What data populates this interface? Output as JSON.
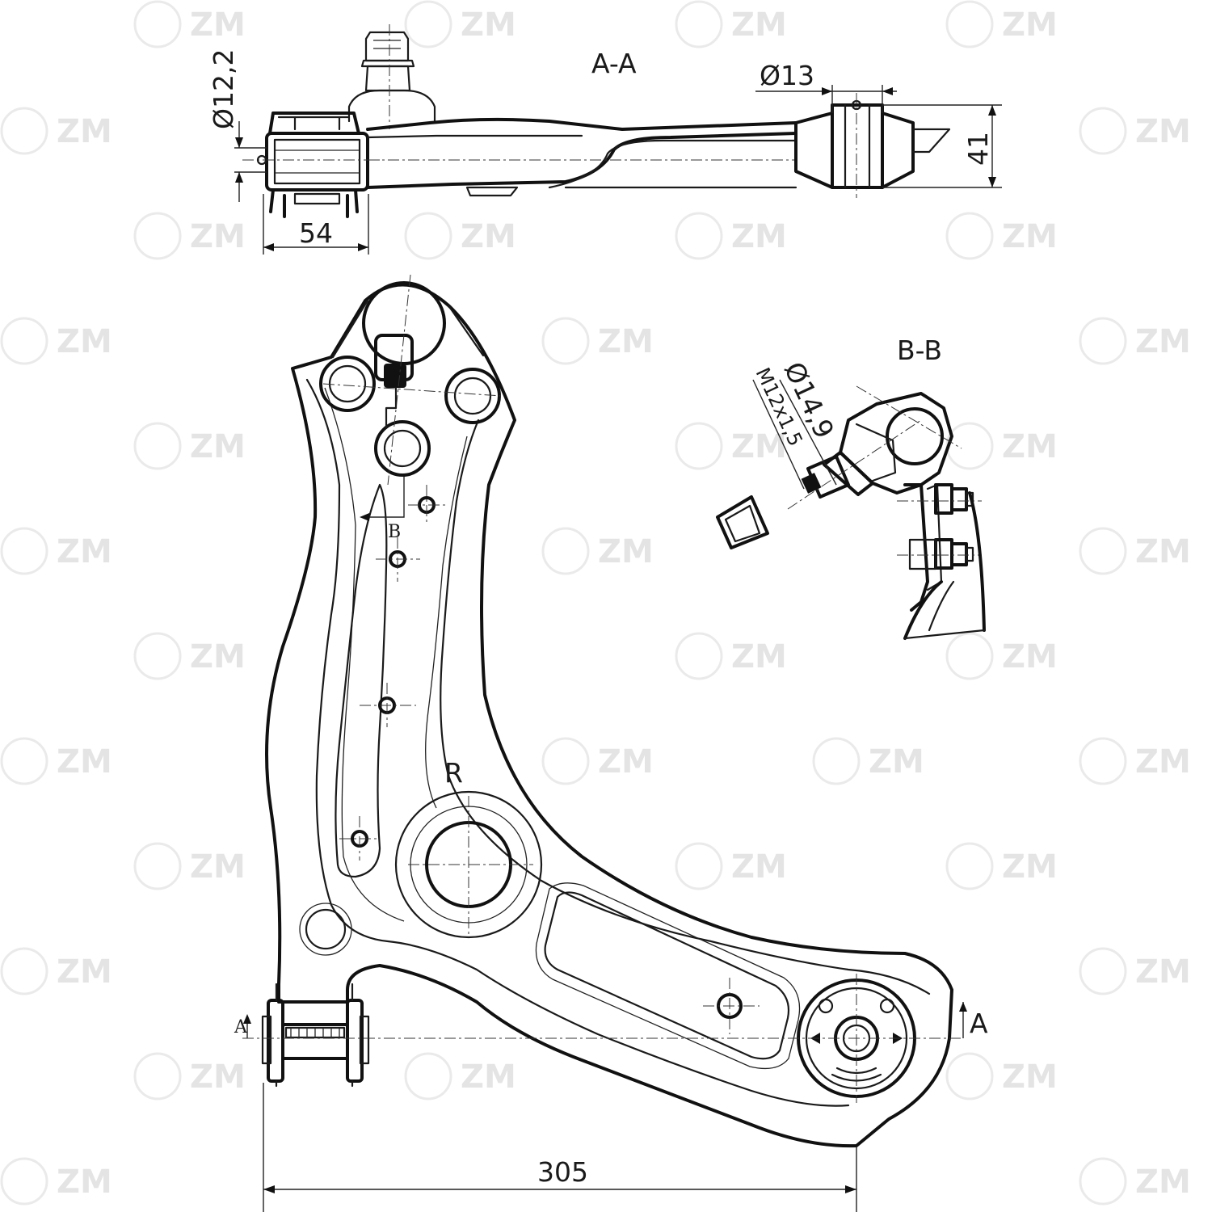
{
  "views": {
    "section_aa": "A-A",
    "section_bb": "B-B",
    "marker_r": "R",
    "cut_a_left": "A",
    "cut_a_right": "A",
    "cut_b": "B"
  },
  "dimensions": {
    "bushing_diameter": "Ø12,2",
    "bolt_diameter": "Ø13",
    "height": "41",
    "bushing_width": "54",
    "span": "305",
    "ball_pin_diameter": "Ø14,9",
    "thread": "M12x1,5"
  },
  "watermark": "ZM"
}
